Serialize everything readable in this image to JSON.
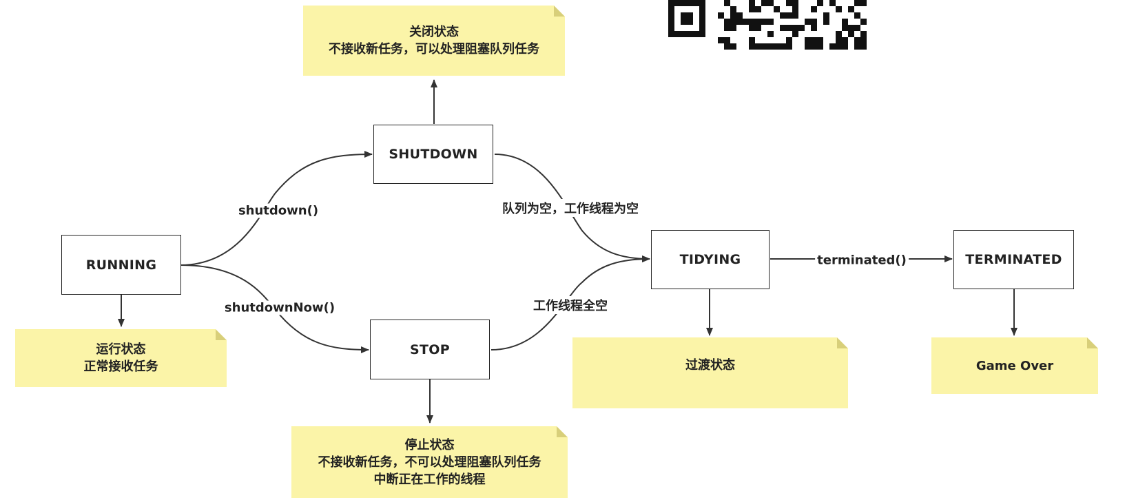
{
  "states": {
    "running": "RUNNING",
    "shutdown": "SHUTDOWN",
    "stop": "STOP",
    "tidying": "TIDYING",
    "terminated": "TERMINATED"
  },
  "edges": {
    "shutdown_call": "shutdown()",
    "shutdown_now_call": "shutdownNow()",
    "queue_and_workers_empty": "队列为空，工作线程为空",
    "workers_all_empty": "工作线程全空",
    "terminated_call": "terminated()"
  },
  "notes": {
    "running": [
      "运行状态",
      "正常接收任务"
    ],
    "shutdown": [
      "关闭状态",
      "不接收新任务，可以处理阻塞队列任务"
    ],
    "stop": [
      "停止状态",
      "不接收新任务，不可以处理阻塞队列任务",
      "中断正在工作的线程"
    ],
    "tidying": [
      "过渡状态"
    ],
    "terminated": [
      "Game Over"
    ]
  },
  "colors": {
    "note_fill": "#fbf4a8",
    "node_border": "#222222",
    "arrow": "#333333"
  },
  "icons": {
    "qr_code": "qr-code-icon"
  }
}
